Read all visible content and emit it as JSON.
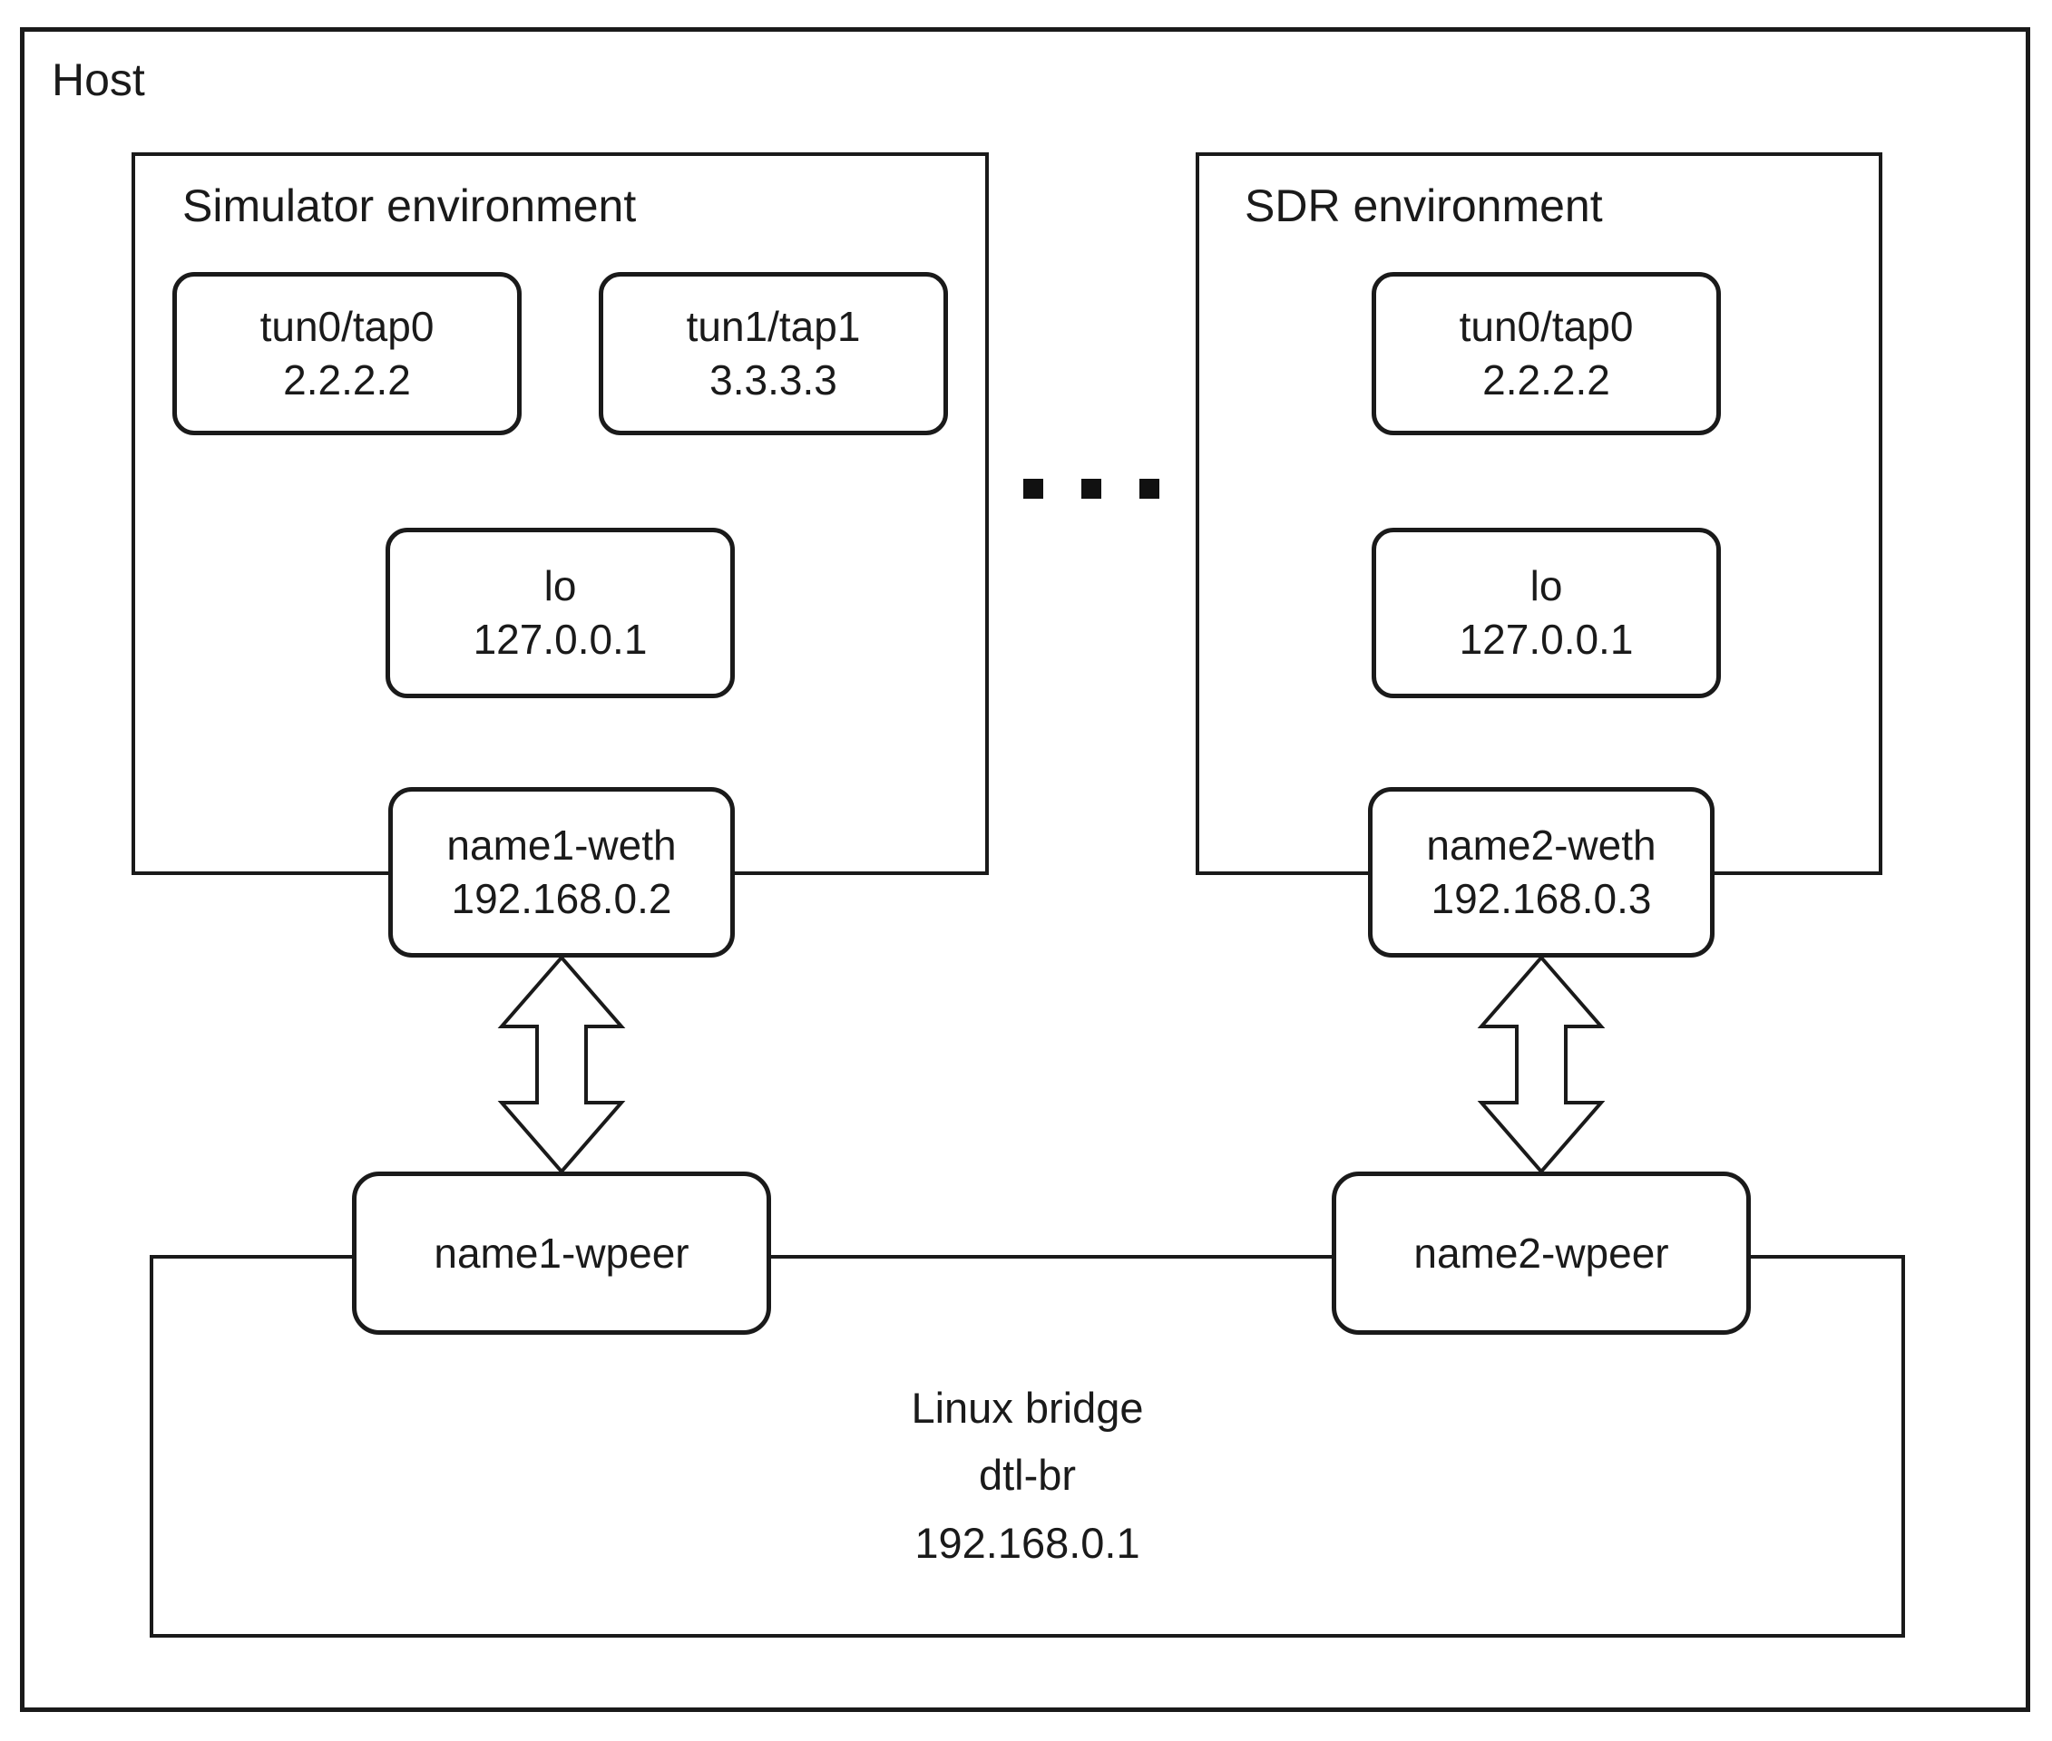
{
  "diagram": {
    "host_label": "Host",
    "environments": [
      {
        "title": "Simulator environment",
        "interfaces": [
          {
            "name": "tun0/tap0",
            "ip": "2.2.2.2"
          },
          {
            "name": "tun1/tap1",
            "ip": "3.3.3.3"
          },
          {
            "name": "lo",
            "ip": "127.0.0.1"
          }
        ],
        "veth": {
          "name": "name1-weth",
          "ip": "192.168.0.2"
        },
        "peer": {
          "name": "name1-wpeer"
        }
      },
      {
        "title": "SDR environment",
        "interfaces": [
          {
            "name": "tun0/tap0",
            "ip": "2.2.2.2"
          },
          {
            "name": "lo",
            "ip": "127.0.0.1"
          }
        ],
        "veth": {
          "name": "name2-weth",
          "ip": "192.168.0.3"
        },
        "peer": {
          "name": "name2-wpeer"
        }
      }
    ],
    "bridge": {
      "label": "Linux bridge",
      "name": "dtl-br",
      "ip": "192.168.0.1"
    },
    "icons": {
      "ellipsis": "three-square-dots",
      "connector": "double-headed-outline-arrow"
    },
    "colors": {
      "stroke": "#1a1a1a",
      "background": "#ffffff"
    }
  }
}
